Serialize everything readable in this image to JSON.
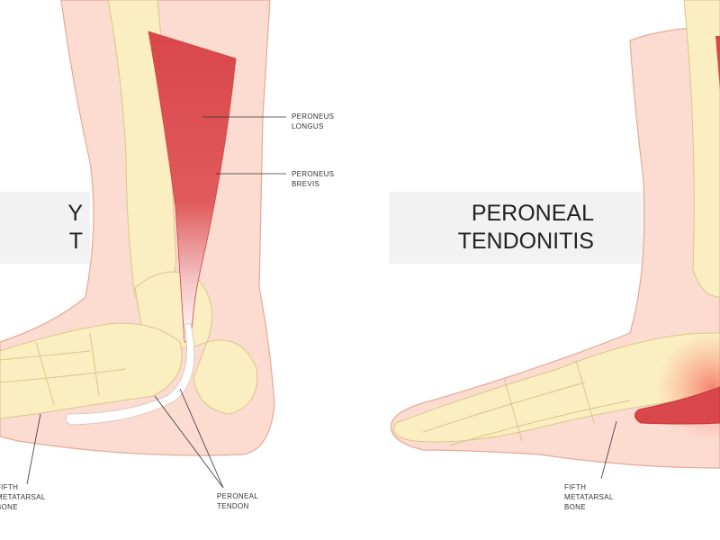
{
  "left_panel": {
    "title_line1": "Y",
    "title_line2": "T",
    "labels": {
      "peroneus_longus_1": "PERONEUS",
      "peroneus_longus_2": "LONGUS",
      "peroneus_brevis_1": "PERONEUS",
      "peroneus_brevis_2": "BREVIS",
      "fifth_metatarsal_1": "FIFTH",
      "fifth_metatarsal_2": "METATARSAL",
      "fifth_metatarsal_3": "BONE",
      "peroneal_tendon_1": "PERONEAL",
      "peroneal_tendon_2": "TENDON"
    }
  },
  "right_panel": {
    "title_line1": "PERONEAL",
    "title_line2": "TENDONITIS",
    "labels": {
      "fifth_metatarsal_1": "FIFTH",
      "fifth_metatarsal_2": "METATARSAL",
      "fifth_metatarsal_3": "BONE"
    }
  },
  "colors": {
    "skin": "#fcdcd0",
    "skin_outline": "#e6a895",
    "bone": "#fbeec0",
    "bone_outline": "#d8c68c",
    "muscle": "#d9474a",
    "banner": "#f2f2f2"
  }
}
